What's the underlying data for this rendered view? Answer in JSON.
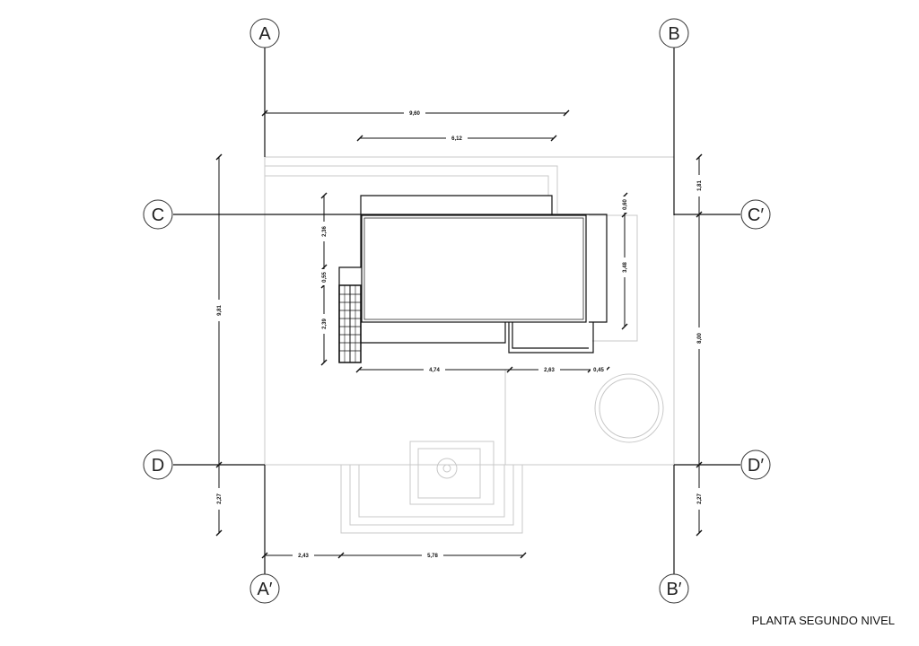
{
  "title": "PLANTA SEGUNDO NIVEL",
  "grid_axes": {
    "a": "A",
    "b": "B",
    "c": "C",
    "c_prime": "C′",
    "d": "D",
    "d_prime": "D′",
    "a_prime": "A′",
    "b_prime": "B′"
  },
  "dimensions": {
    "top_total": "9,60",
    "top_inner": "6,12",
    "left_total": "9,81",
    "left_lower": "2,27",
    "right_top": "1,81",
    "right_main": "8,00",
    "right_lower": "2,27",
    "inner_left_1": "2,36",
    "inner_left_2": "0,55",
    "inner_left_3": "2,39",
    "inner_right_1": "0,60",
    "inner_right_2": "3,48",
    "inner_bottom_1": "4,74",
    "inner_bottom_2": "2,63",
    "inner_bottom_3": "0,45",
    "bottom_1": "2,43",
    "bottom_2": "5,78"
  },
  "colors": {
    "ink": "#111111",
    "faint": "#c8c8c8",
    "axis_circle": "#333333"
  }
}
